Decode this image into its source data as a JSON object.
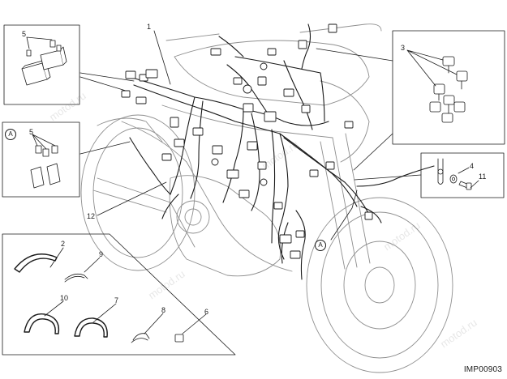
{
  "figure_code": "IMP00903",
  "watermark": "motod.ru",
  "callouts": {
    "c1": "1",
    "c2": "2",
    "c3": "3",
    "c4": "4",
    "c5a": "5",
    "c5b": "5",
    "c6": "6",
    "c7": "7",
    "c8": "8",
    "c9": "9",
    "c10": "10",
    "c11": "11",
    "c12": "12"
  },
  "detail_marker": "A",
  "colors": {
    "line": "#1a1a1a",
    "light_line": "#9a9a9a",
    "background": "#ffffff"
  },
  "icons": [
    "fuse-icon",
    "relay-icon",
    "connector-icon",
    "cable-clamp-icon",
    "cable-tie-icon",
    "screw-icon",
    "washer-icon"
  ]
}
